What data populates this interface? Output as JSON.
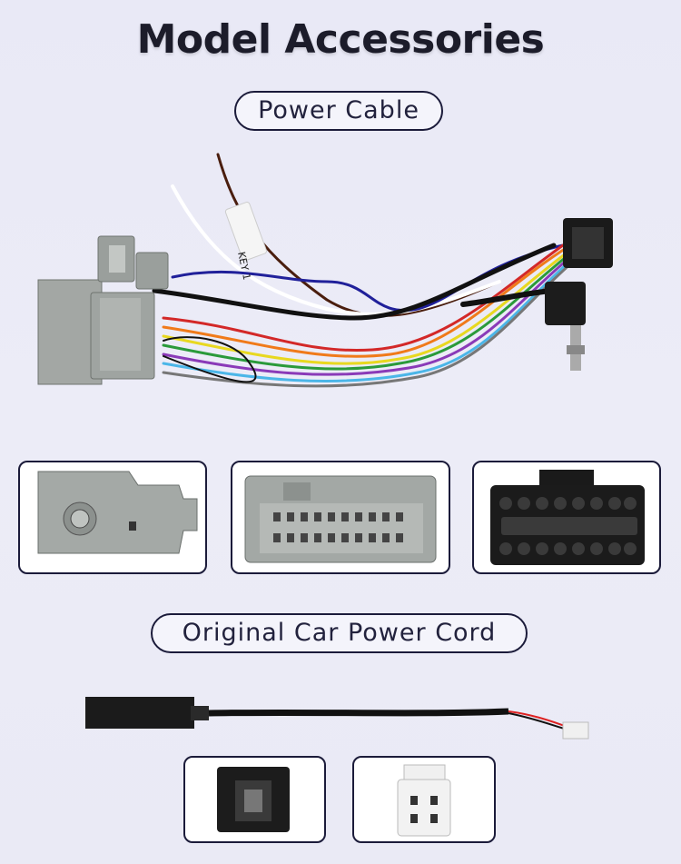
{
  "page": {
    "title": "Model Accessories",
    "sections": [
      {
        "label": "Power Cable"
      },
      {
        "label": "Original Car Power Cord"
      }
    ]
  },
  "harness": {
    "tag_text": "KEY 1"
  },
  "colors": {
    "pill_border": "#1b1b3a",
    "background": "#e9e9f6",
    "connector_gray": "#a3a7a4",
    "connector_black": "#1a1a1a"
  },
  "icons": [
    "power-cable-harness-image",
    "gray-connector-side-view-image",
    "gray-connector-front-view-image",
    "black-iso-connector-image",
    "original-power-cord-image",
    "black-plug-closeup-image",
    "white-plug-closeup-image"
  ]
}
